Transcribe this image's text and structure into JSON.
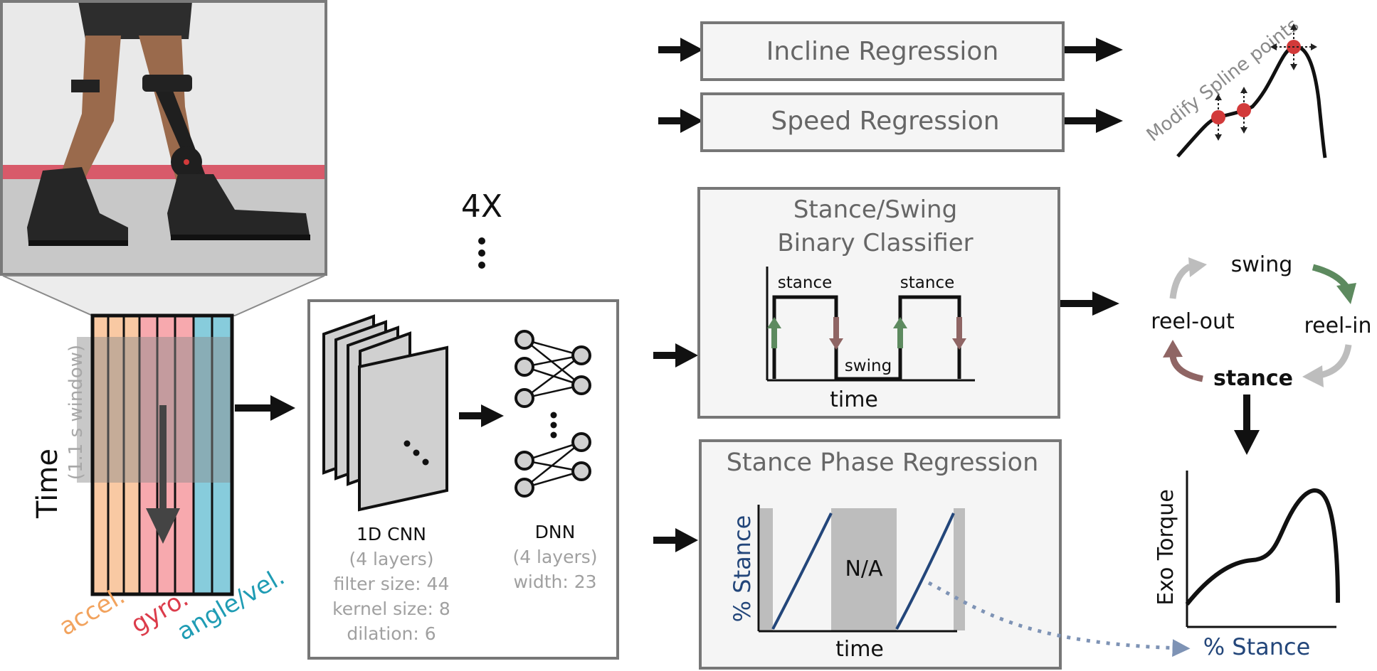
{
  "photo": {
    "alt": "leg wearing ankle exoskeleton"
  },
  "sensor_window": {
    "time_label": "Time",
    "window_label": "(1.1 s window)",
    "channel_labels": [
      {
        "text": "accel.",
        "color": "#f2a35e"
      },
      {
        "text": "gyro.",
        "color": "#dc3c4b"
      },
      {
        "text": "angle/vel.",
        "color": "#1f9cb4"
      }
    ],
    "channel_colors": {
      "accel": "#f9c9a3",
      "gyro": "#f7a9ae",
      "angle": "#87ccdc"
    }
  },
  "network": {
    "repeat_label": "4X",
    "cnn": {
      "title": "1D CNN",
      "details": [
        "(4 layers)",
        "filter size: 44",
        "kernel size: 8",
        "dilation: 6"
      ]
    },
    "dnn": {
      "title": "DNN",
      "details": [
        "(4 layers)",
        "width: 23"
      ]
    }
  },
  "incline_regression": {
    "label": "Incline Regression"
  },
  "speed_regression": {
    "label": "Speed Regression"
  },
  "spline_modifier": {
    "label": "Modify Spline points",
    "point_color": "#d23a3a"
  },
  "stance_swing_classifier": {
    "title_line1": "Stance/Swing",
    "title_line2": "Binary Classifier",
    "stance_label_1": "stance",
    "stance_label_2": "stance",
    "swing_label": "swing",
    "x_label": "time",
    "up_arrow_color": "#5d8a5f",
    "down_arrow_color": "#8f6564"
  },
  "stance_phase_regression": {
    "title": "Stance Phase Regression",
    "y_label": "% Stance",
    "x_label": "time",
    "na_label": "N/A",
    "line_color": "#23467a"
  },
  "state_machine": {
    "swing": "swing",
    "reel_in": "reel-in",
    "stance": "stance",
    "reel_out": "reel-out",
    "colors": {
      "swing_to_reelin": "#5d8a5f",
      "reelout_to_swing": "#bdbdbd",
      "reelin_to_stance": "#bdbdbd",
      "stance_to_reelout": "#8f6564"
    }
  },
  "torque_plot": {
    "y_label": "Exo Torque",
    "x_label": "% Stance",
    "x_label_color": "#23467a"
  }
}
